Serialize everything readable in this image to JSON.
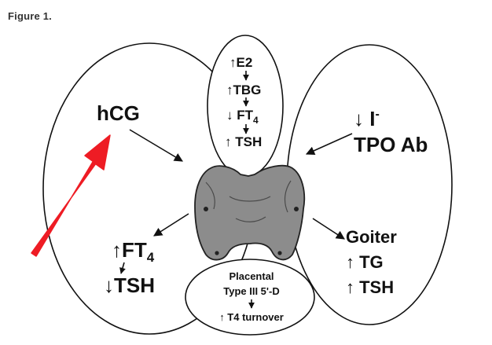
{
  "caption": "Figure 1.",
  "colors": {
    "ink": "#111111",
    "gland": "#8c8c8c",
    "highlight_arrow": "#ee1c24",
    "caption": "#333333"
  },
  "icons": {
    "center": "thyroid-gland-icon",
    "pointer": "red-arrow-icon"
  },
  "top_cascade": {
    "e2": "↑E2",
    "tbg": "↑TBG",
    "ft4_base": "↓ FT",
    "ft4_sub": "4",
    "tsh": "↑ TSH"
  },
  "hcg": {
    "label": "hCG"
  },
  "iodine": {
    "line1_base": "↓ I",
    "line1_sup": "-",
    "line2": "TPO Ab"
  },
  "left_effect": {
    "ft4_base": "↑FT",
    "ft4_sub": "4",
    "tsh": "↓TSH"
  },
  "right_effect": {
    "goiter": "Goiter",
    "tg": "↑ TG",
    "tsh": "↑ TSH"
  },
  "bottom_effect": {
    "line1": "Placental",
    "line2": "Type III 5'-D",
    "line3": "↑ T4 turnover"
  }
}
